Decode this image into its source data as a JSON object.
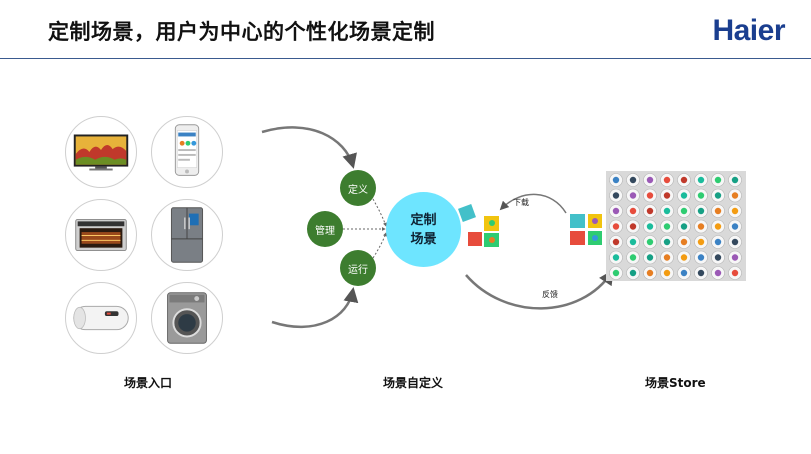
{
  "header": {
    "title": "定制场景，用户为中心的个性化场景定制",
    "brand": "Haier"
  },
  "diagram": {
    "center": {
      "line1": "定制",
      "line2": "场景"
    },
    "nodes": [
      {
        "label": "定义"
      },
      {
        "label": "管理"
      },
      {
        "label": "运行"
      }
    ],
    "arrows": {
      "download": "下载",
      "feedback": "反馈"
    },
    "sections": {
      "entry": "场景入口",
      "custom": "场景自定义",
      "store": "场景Store"
    }
  },
  "colors": {
    "brand": "#1a3e8f",
    "node_green": "#3d7d2f",
    "center_cyan": "#6ee5ff",
    "divider": "#3a5a8f"
  },
  "icons": [
    "tv-icon",
    "phone-icon",
    "oven-icon",
    "refrigerator-icon",
    "water-heater-icon",
    "washing-machine-icon",
    "puzzle-icon",
    "app-grid-icon"
  ]
}
